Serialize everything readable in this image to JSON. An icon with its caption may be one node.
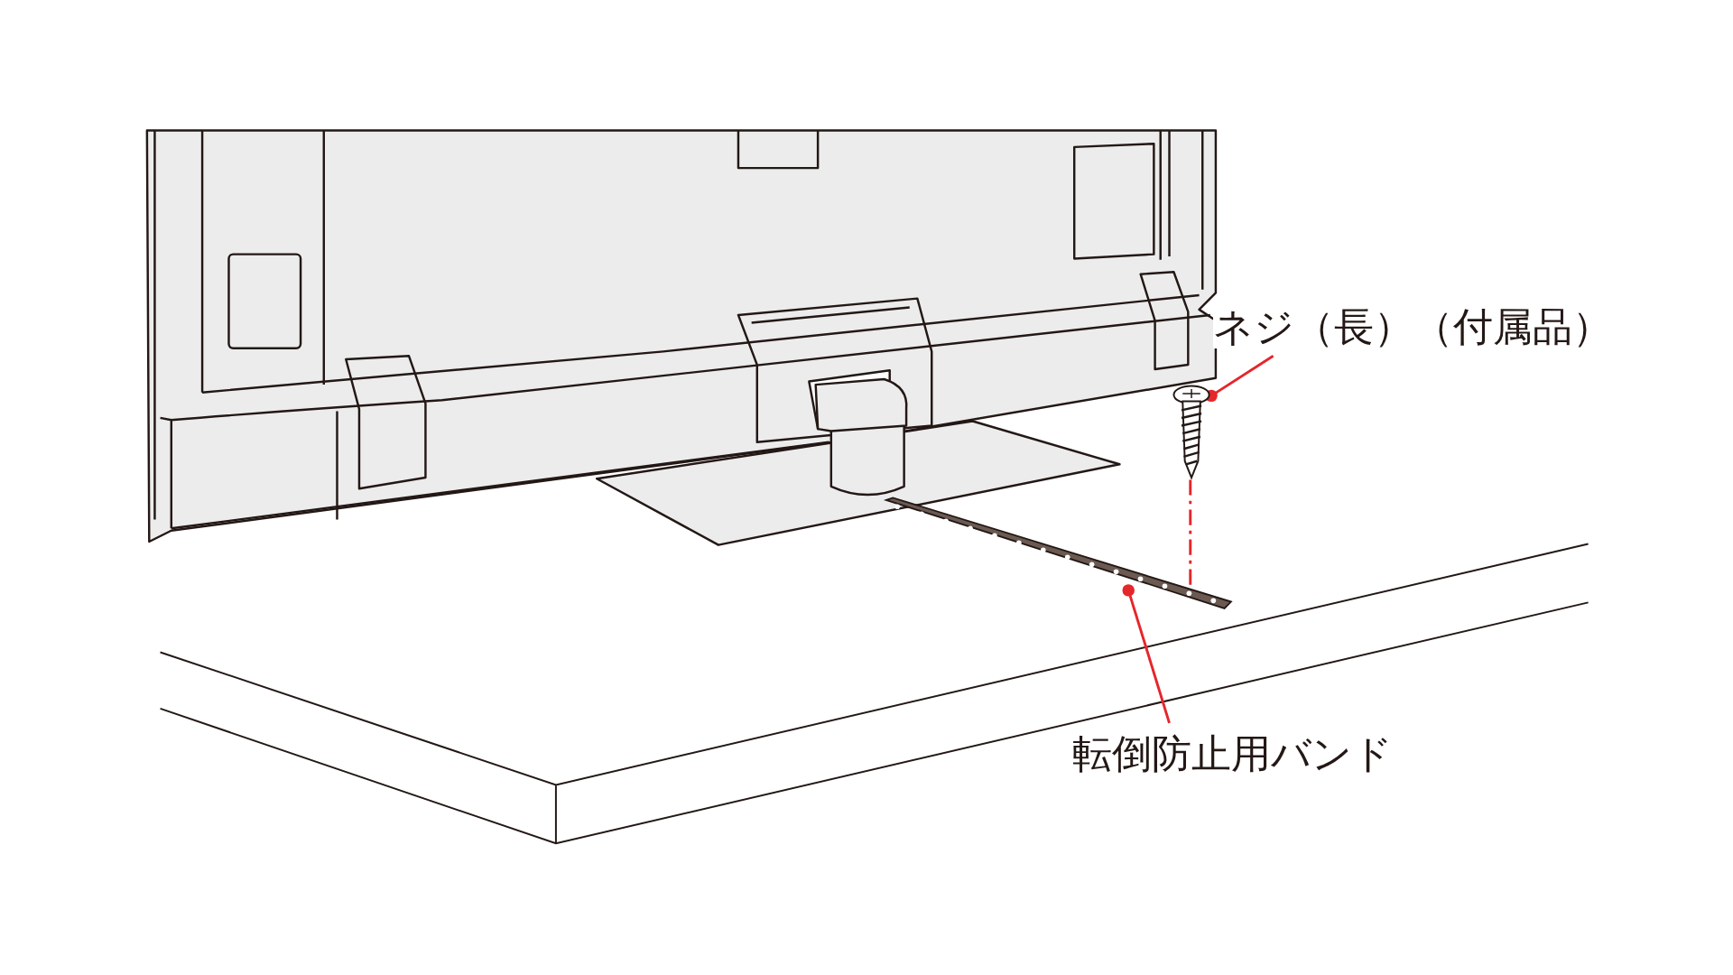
{
  "diagram": {
    "nodes": [
      {
        "text": [
          "ネジ（長）（付属品）"
        ]
      },
      {
        "text": [],
        "shape": "picture"
      },
      {
        "text": [
          "転倒防止用バンド"
        ]
      },
      {
        "text": [],
        "shape": "picture"
      }
    ],
    "edges": [
      {
        "from": 0,
        "to": 1,
        "arrow": "other",
        "color": "#e5262b"
      },
      {
        "from": 2,
        "to": 3,
        "arrow": "other",
        "color": "#e5262b"
      },
      {
        "from": 1,
        "to": 3,
        "arrow": "none",
        "style": "dashed",
        "color": "#e5262b"
      }
    ]
  }
}
